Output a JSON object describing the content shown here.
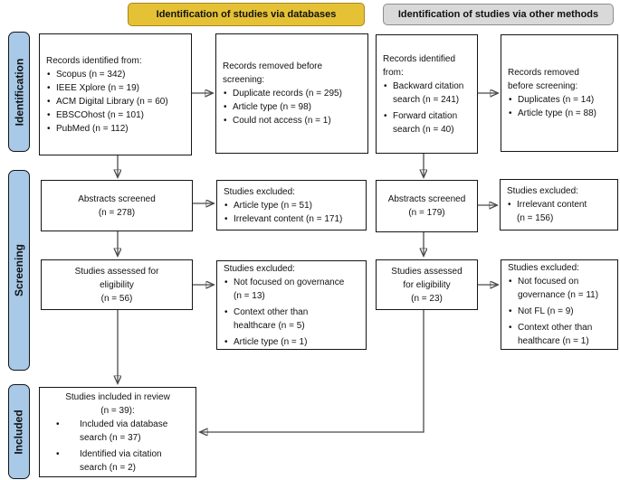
{
  "diagram": {
    "headers": {
      "databases": "Identification of studies via databases",
      "other_methods": "Identification of studies via other methods"
    },
    "stages": {
      "identification": "Identification",
      "screening": "Screening",
      "included": "Included"
    },
    "boxes": {
      "db_identified": {
        "title": "Records identified from:",
        "items": [
          "Scopus (n = 342)",
          "IEEE Xplore (n = 19)",
          "ACM Digital Library (n = 60)",
          "EBSCOhost (n = 101)",
          "PubMed (n = 112)"
        ]
      },
      "db_removed": {
        "title": "Records removed before\nscreening:",
        "items": [
          "Duplicate records (n = 295)",
          "Article type (n = 98)",
          "Could not access (n = 1)"
        ]
      },
      "other_identified": {
        "title": "Records identified\nfrom:",
        "items": [
          "Backward citation\nsearch (n = 241)",
          "Forward citation\nsearch (n = 40)"
        ]
      },
      "other_removed": {
        "title": "Records removed\nbefore screening:",
        "items": [
          "Duplicates (n = 14)",
          "Article type (n = 88)"
        ]
      },
      "db_screened": {
        "text": "Abstracts screened\n(n = 278)"
      },
      "db_screened_excluded": {
        "title": "Studies excluded:",
        "items": [
          "Article type  (n = 51)",
          "Irrelevant content (n = 171)"
        ]
      },
      "other_screened": {
        "text": "Abstracts screened\n(n = 179)"
      },
      "other_screened_excluded": {
        "title": "Studies excluded:",
        "items": [
          "Irrelevant content\n(n = 156)"
        ]
      },
      "db_eligibility": {
        "text": "Studies assessed for\neligibility\n(n = 56)"
      },
      "db_eligibility_excluded": {
        "title": "Studies excluded:",
        "items": [
          "Not focused on governance\n(n = 13)",
          "Context other than\nhealthcare (n = 5)",
          "Article type (n = 1)"
        ]
      },
      "other_eligibility": {
        "text": "Studies assessed\nfor eligibility\n(n = 23)"
      },
      "other_eligibility_excluded": {
        "title": "Studies excluded:",
        "items": [
          "Not focused on\ngovernance (n = 11)",
          "Not FL (n = 9)",
          "Context other than\nhealthcare (n = 1)"
        ]
      },
      "included": {
        "title": "Studies included in review\n(n = 39):",
        "items": [
          "Included via database\nsearch (n = 37)",
          "Identified via citation\nsearch  (n = 2)"
        ]
      }
    },
    "colors": {
      "header_databases_bg": "#E5C135",
      "header_other_bg": "#D9D9D9",
      "stage_label_bg": "#A8C9E8",
      "box_border": "#151515",
      "arrow": "#4a4a4a"
    }
  }
}
